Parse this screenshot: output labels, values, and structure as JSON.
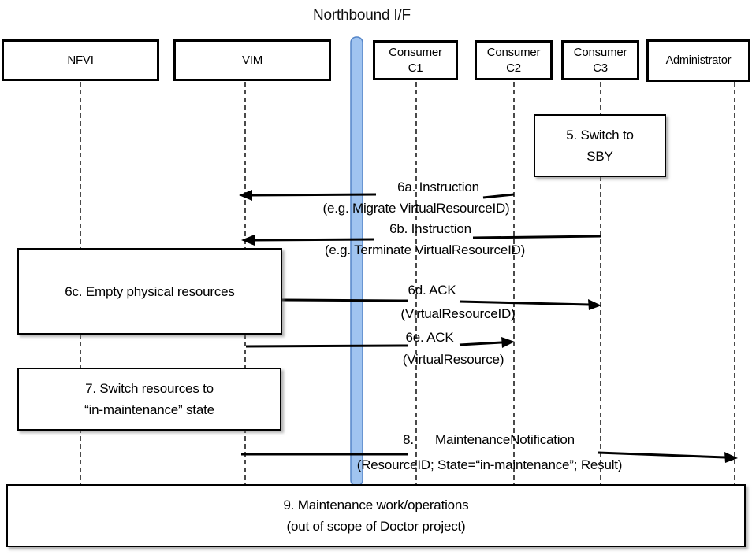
{
  "title": "Northbound I/F",
  "actors": {
    "nfvi": {
      "label": "NFVI"
    },
    "vim": {
      "label": "VIM"
    },
    "c1": {
      "label": "Consumer",
      "sub": "C1"
    },
    "c2": {
      "label": "Consumer",
      "sub": "C2"
    },
    "c3": {
      "label": "Consumer",
      "sub": "C3"
    },
    "admin": {
      "label": "Administrator"
    }
  },
  "notes": {
    "n5": {
      "line1": "5. Switch to",
      "line2": "SBY"
    },
    "n6c": {
      "line1": "6c. Empty physical resources"
    },
    "n7": {
      "line1": "7. Switch resources to",
      "line2": "“in-maintenance” state"
    },
    "n9": {
      "line1": "9. Maintenance work/operations",
      "line2": "(out of scope of Doctor project)"
    }
  },
  "messages": {
    "m6a": {
      "line1": "6a. Instruction",
      "line2": "(e.g. Migrate VirtualResourceID)"
    },
    "m6b": {
      "line1": "6b. Instruction",
      "line2": "(e.g. Terminate VirtualResourceID)"
    },
    "m6d": {
      "line1": "6d. ACK",
      "line2": "(VirtualResourceID)"
    },
    "m6e": {
      "line1": "6e. ACK",
      "line2": "(VirtualResource)"
    },
    "m8": {
      "line1": "8.      MaintenanceNotification",
      "line2": "(ResourceID; State=“in-maintenance”; Result)"
    }
  },
  "colors": {
    "arrow": "#000000",
    "lifeline": "#2a2a2a",
    "northbound_bar_fill": "#A0C4F0",
    "northbound_bar_stroke": "#5585C8",
    "box_border": "#000000"
  }
}
